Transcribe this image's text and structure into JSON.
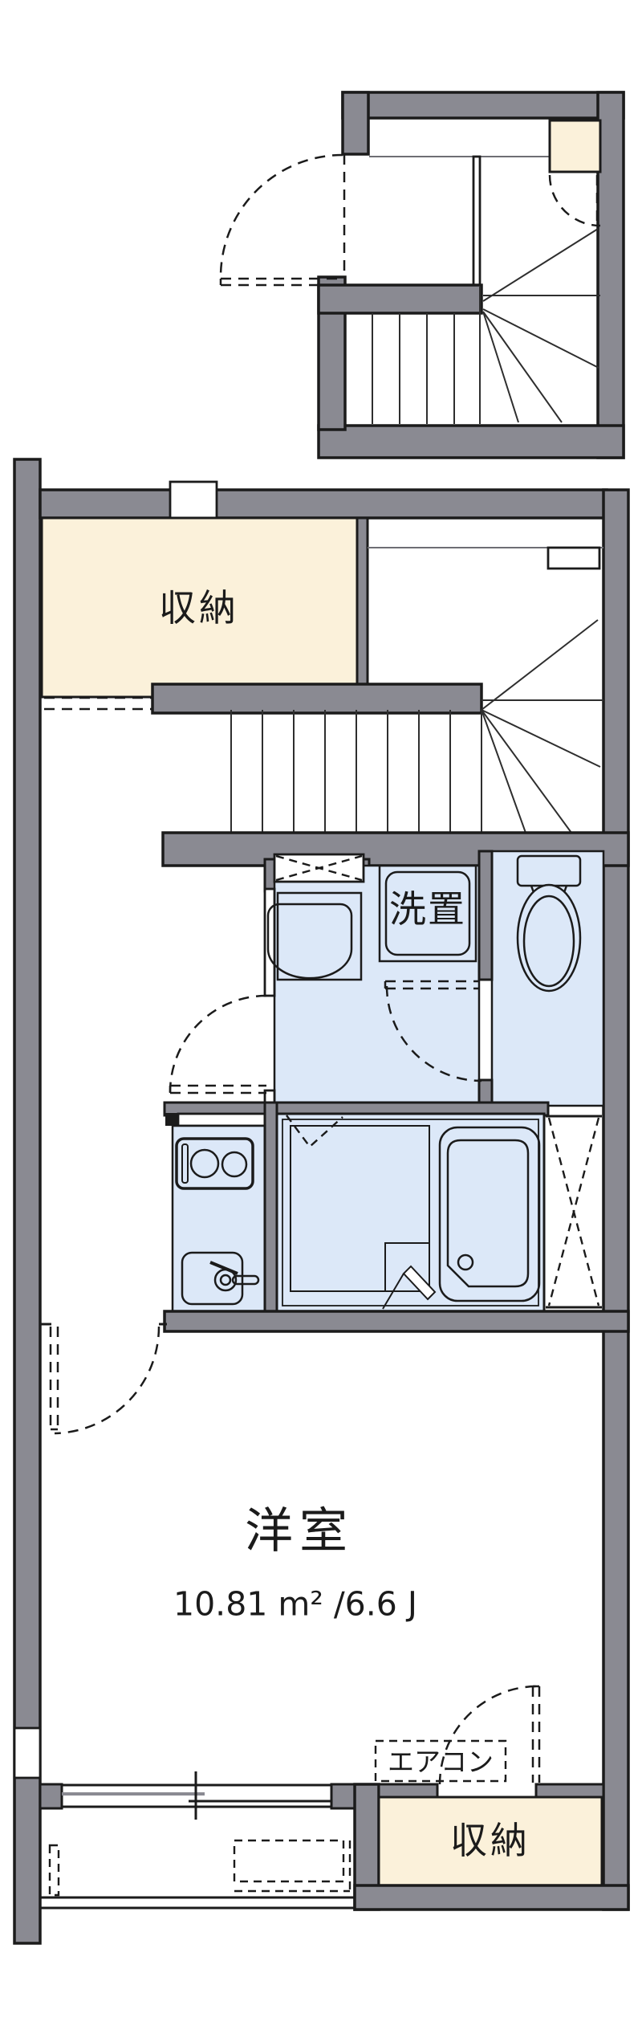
{
  "floorplan": {
    "labels": {
      "storage_upper": "収納",
      "laundry": "洗置",
      "western_room": "洋室",
      "western_room_area": "10.81 m² /6.6 J",
      "aircon": "エアコン",
      "storage_lower": "収納"
    },
    "rooms": [
      {
        "name": "storage-upper",
        "label": "収納"
      },
      {
        "name": "laundry-space",
        "label": "洗置"
      },
      {
        "name": "western-room",
        "label": "洋室",
        "area": "10.81 m² /6.6 J"
      },
      {
        "name": "aircon-space",
        "label": "エアコン"
      },
      {
        "name": "storage-lower",
        "label": "収納"
      }
    ],
    "colors": {
      "wall": "#8A8A92",
      "cream": "#FBF1DA",
      "blue": "#DCE8F8",
      "line": "#1B1B1B",
      "bg": "#FFFFFF"
    }
  }
}
